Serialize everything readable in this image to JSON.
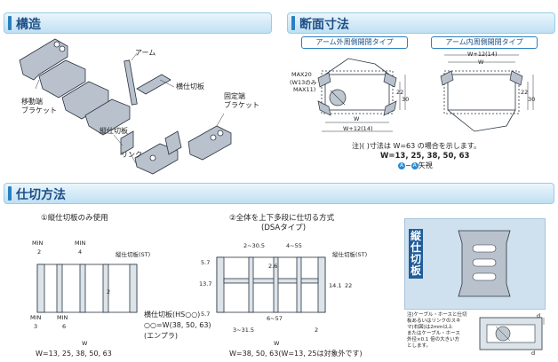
{
  "headers": {
    "structure": "構造",
    "cross_section": "断面寸法",
    "partition": "仕切方法"
  },
  "structure": {
    "arm": "アーム",
    "horizontal_plate": "横仕切板",
    "fixed_bracket_1": "固定端",
    "fixed_bracket_2": "ブラケット",
    "moving_bracket_1": "移動端",
    "moving_bracket_2": "ブラケット",
    "vertical_plate": "縦仕切板",
    "link": "リンク"
  },
  "cross_section": {
    "outer_type": "アーム外周側開閉タイプ",
    "inner_type": "アーム内周側開閉タイプ",
    "max20": "MAX20",
    "w13_note": "(W13のみ",
    "max11": "MAX11)",
    "w_label": "W",
    "w_plus": "W+12(14)",
    "dim22": "22",
    "dim30": "30",
    "note": "注)( )寸法は W=63 の場合を示します。",
    "w_values": "W=13, 25, 38, 50, 63",
    "view_a1": "A",
    "view_a2": "A",
    "view_suffix": "矢視"
  },
  "partition": {
    "title1": "①縦仕切板のみ使用",
    "title2": "②全体を上下多段に仕切る方式",
    "title2b": "(DSAタイプ)",
    "min": "MIN",
    "dim2": "2",
    "dim4": "4",
    "dim3": "3",
    "dim6": "6",
    "w": "W",
    "vplate_st": "縦仕切板(ST)",
    "w_values1": "W=13, 25, 38, 50, 63",
    "d2_305": "2~30.5",
    "d4_55": "4~55",
    "d6_57": "6~57",
    "d3_315": "3~31.5",
    "d57": "5.7",
    "d137": "13.7",
    "d26": "2.6",
    "d141": "14.1",
    "d22": "22",
    "hplate": "横仕切板(HS○○)",
    "hplate_vals": "○○=W(38, 50, 63)",
    "hplate_ep": "(エンプラ)",
    "w_values2": "W=38, 50, 63(W=13, 25は対象外です)"
  },
  "side_panel": {
    "label": "縦仕切板",
    "note_lines": [
      "注)ケーブル・ホースと仕切",
      "板あるいはリンクのスキ",
      "マ(右図)は2mm以上",
      "またはケーブル・ホース",
      "外径×0.1 倍の大きい方",
      "とします。"
    ],
    "dim_d": "d"
  },
  "colors": {
    "header_text": "#1d4f86",
    "accent": "#2a7fc1",
    "part_fill": "#b9c2cc",
    "plate_fill": "#cfe1ef"
  }
}
